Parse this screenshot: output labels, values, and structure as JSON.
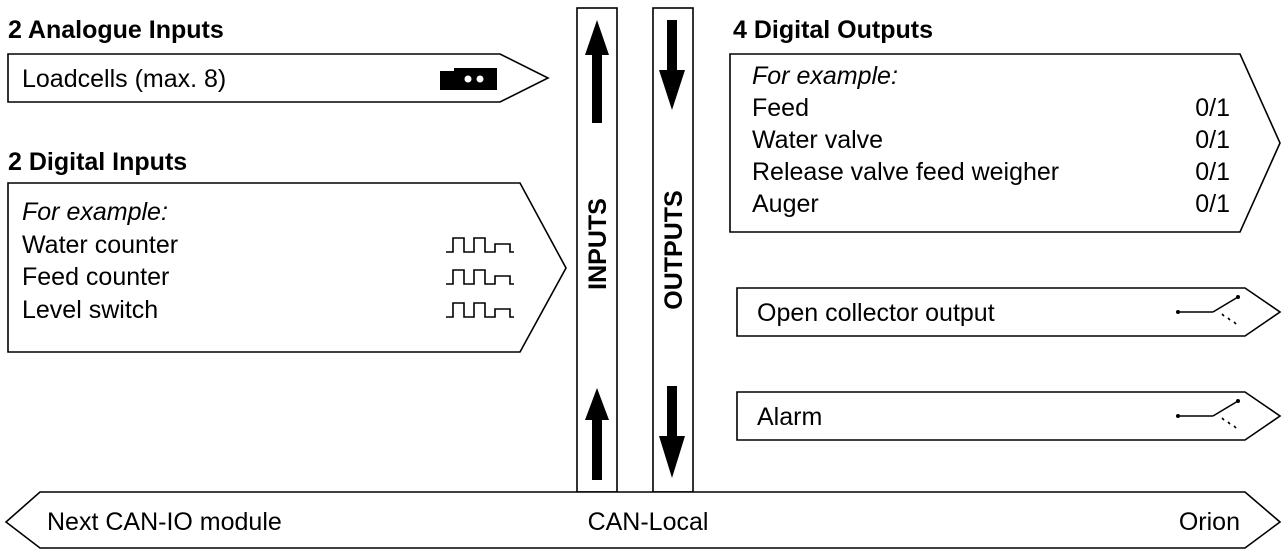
{
  "analogue": {
    "title": "2 Analogue Inputs",
    "label": "Loadcells (max. 8)",
    "icon": "loadcell-icon"
  },
  "digital_inputs": {
    "title": "2 Digital Inputs",
    "example_label": "For example:",
    "items": [
      {
        "label": "Water counter",
        "icon": "pulse-icon"
      },
      {
        "label": "Feed counter",
        "icon": "pulse-icon"
      },
      {
        "label": "Level switch",
        "icon": "pulse-icon"
      }
    ]
  },
  "inputs_bar": {
    "label": "INPUTS"
  },
  "outputs_bar": {
    "label": "OUTPUTS"
  },
  "digital_outputs": {
    "title": "4 Digital Outputs",
    "example_label": "For example:",
    "items": [
      {
        "label": "Feed",
        "value": "0/1"
      },
      {
        "label": "Water valve",
        "value": "0/1"
      },
      {
        "label": "Release valve feed weigher",
        "value": "0/1"
      },
      {
        "label": "Auger",
        "value": "0/1"
      }
    ]
  },
  "open_collector": {
    "label": "Open collector output",
    "icon": "switch-icon"
  },
  "alarm": {
    "label": "Alarm",
    "icon": "switch-icon"
  },
  "bus": {
    "left_label": "Next CAN-IO module",
    "center_label": "CAN-Local",
    "right_label": "Orion"
  }
}
